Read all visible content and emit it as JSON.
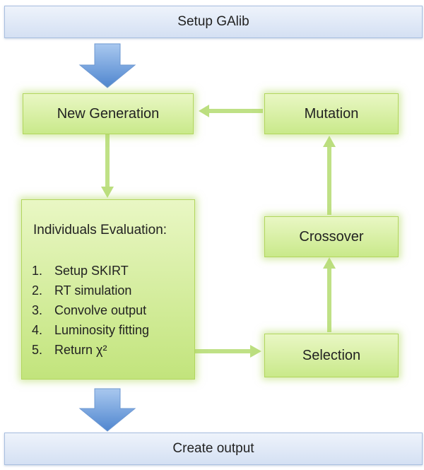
{
  "top_box": {
    "label": "Setup GAlib"
  },
  "bottom_box": {
    "label": "Create output"
  },
  "nodes": {
    "new_generation": "New Generation",
    "mutation": "Mutation",
    "crossover": "Crossover",
    "selection": "Selection"
  },
  "evaluation": {
    "title": "Individuals Evaluation:",
    "steps": [
      {
        "num": "1.",
        "text": "Setup SKIRT"
      },
      {
        "num": "2.",
        "text": "RT simulation"
      },
      {
        "num": "3.",
        "text": "Convolve output"
      },
      {
        "num": "4.",
        "text": "Luminosity fitting"
      },
      {
        "num": "5.",
        "text": "Return χ²"
      }
    ]
  },
  "colors": {
    "blue_fill": "#d4e0f3",
    "green_fill": "#c9e98a",
    "arrow_blue": "#5b8fd0",
    "connector_green": "#bcdf80"
  }
}
